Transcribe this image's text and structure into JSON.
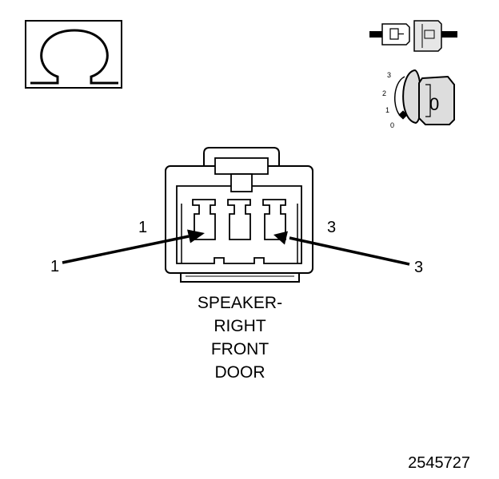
{
  "meter_icon": {
    "symbol": "Ω"
  },
  "key_icon": {
    "position_labels": [
      "3",
      "2",
      "1",
      "0"
    ],
    "key_label": "0"
  },
  "connector": {
    "pin_labels": {
      "left_cavity": "1",
      "right_cavity": "3",
      "left_callout": "1",
      "right_callout": "3"
    },
    "caption_lines": [
      "SPEAKER-",
      "RIGHT",
      "FRONT",
      "DOOR"
    ]
  },
  "figure_id": "2545727"
}
